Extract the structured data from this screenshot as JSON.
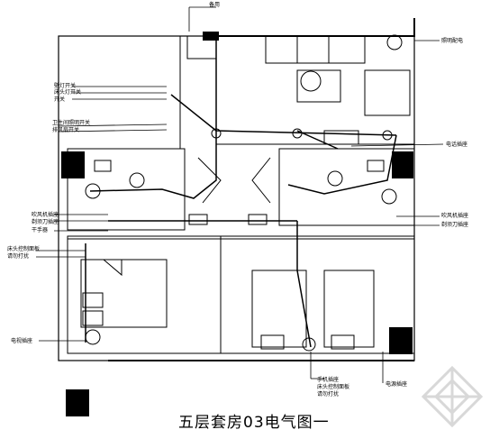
{
  "title": "五层套房03电气图一",
  "labels": {
    "top_label": "备用",
    "right_top": "照明配电",
    "right_mid": "电话插座",
    "left_1a": "壁灯开关",
    "left_1b": "床头灯开关",
    "left_1c": "开关",
    "left_2a": "卫生间照明开关",
    "left_2b": "排风扇开关",
    "left_3a": "吹风机插座",
    "left_3b": "剃须刀插座",
    "left_3c": "干手器",
    "left_4a": "床头控制面板",
    "left_4b": "请勿打扰",
    "left_5": "电视插座",
    "right_3a": "吹风机插座",
    "right_3b": "剃须刀插座",
    "bottom_1": "手机插座",
    "bottom_2": "床头控制面板",
    "bottom_3": "请勿打扰",
    "bottom_right": "电源插座"
  }
}
